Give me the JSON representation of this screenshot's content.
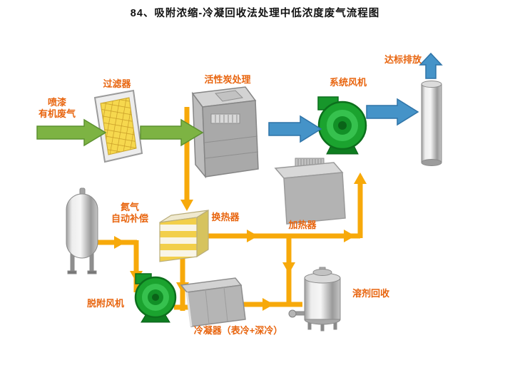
{
  "title": "84、吸附浓缩-冷凝回收法处理中低浓度废气流程图",
  "labels": {
    "inlet_line1": "喷漆",
    "inlet_line2": "有机废气",
    "filter": "过滤器",
    "carbon_unit": "活性炭处理",
    "system_fan": "系统风机",
    "discharge": "达标排放",
    "nitrogen_line1": "氮气",
    "nitrogen_line2": "自动补偿",
    "heat_exchanger": "换热器",
    "heater": "加热器",
    "desorption_fan": "脱附风机",
    "condenser": "冷凝器（表冷+深冷）",
    "solvent_recovery": "溶剂回收"
  },
  "colors": {
    "label_orange": "#e8650f",
    "green_arrow": "#7db343",
    "blue_arrow": "#4593c8",
    "pipe_yellow": "#f7a90a",
    "fan_green": "#1ba32f",
    "equipment_gray": "#b5b5b5",
    "filter_yellow": "#f6d84e"
  }
}
